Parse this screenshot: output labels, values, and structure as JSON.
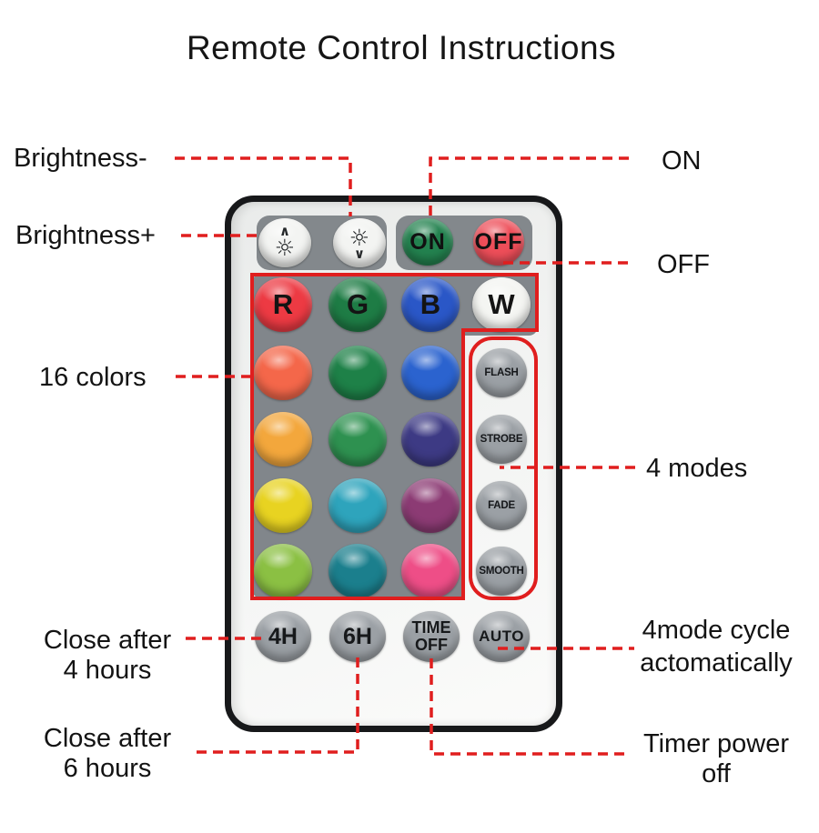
{
  "title": "Remote Control Instructions",
  "colors": {
    "accent": "#e01e1e",
    "remote_border": "#17181a",
    "panel_gray": "#83888c",
    "grid_gray": "#81868b",
    "button_gray": "#9ba0a5"
  },
  "annotations": {
    "brightness_minus": "Brightness-",
    "brightness_plus": "Brightness+",
    "on": "ON",
    "off": "OFF",
    "colors16": "16 colors",
    "modes4": "4 modes",
    "close4_line1": "Close after",
    "close4_line2": "4 hours",
    "close6_line1": "Close after",
    "close6_line2": "6 hours",
    "cycle_line1": "4mode cycle",
    "cycle_line2": "actomatically",
    "timer_line1": "Timer power",
    "timer_line2": "off"
  },
  "remote": {
    "top_row": [
      {
        "icon": "sun-with-up-arrow",
        "color": "#f3f4f2"
      },
      {
        "icon": "sun-with-down-arrow",
        "color": "#f3f4f2"
      },
      {
        "label": "ON",
        "color": "#23824f"
      },
      {
        "label": "OFF",
        "color": "#ee4e59"
      }
    ],
    "color_buttons": [
      {
        "label": "R",
        "color": "#ed3a43"
      },
      {
        "label": "G",
        "color": "#1e7c45"
      },
      {
        "label": "B",
        "color": "#2a57c7"
      },
      {
        "label": "W",
        "color": "#f4f5f2"
      },
      {
        "label": "",
        "color": "#f4674a"
      },
      {
        "label": "",
        "color": "#1e8148"
      },
      {
        "label": "",
        "color": "#2b63cf"
      },
      {
        "label": "",
        "color": "#f3a73c"
      },
      {
        "label": "",
        "color": "#2e9150"
      },
      {
        "label": "",
        "color": "#3d3a84"
      },
      {
        "label": "",
        "color": "#e8d321"
      },
      {
        "label": "",
        "color": "#2ea4bc"
      },
      {
        "label": "",
        "color": "#8c3b74"
      },
      {
        "label": "",
        "color": "#8bc043"
      },
      {
        "label": "",
        "color": "#1b7f8d"
      },
      {
        "label": "",
        "color": "#ee4e87"
      }
    ],
    "mode_buttons": [
      "FLASH",
      "STROBE",
      "FADE",
      "SMOOTH"
    ],
    "bottom_buttons": [
      {
        "label": "4H",
        "color": "#9ba0a5"
      },
      {
        "label": "6H",
        "color": "#9ba0a5"
      },
      {
        "line1": "TIME",
        "line2": "OFF",
        "color": "#9ba0a5"
      },
      {
        "label": "AUTO",
        "color": "#9ba0a5"
      }
    ]
  }
}
